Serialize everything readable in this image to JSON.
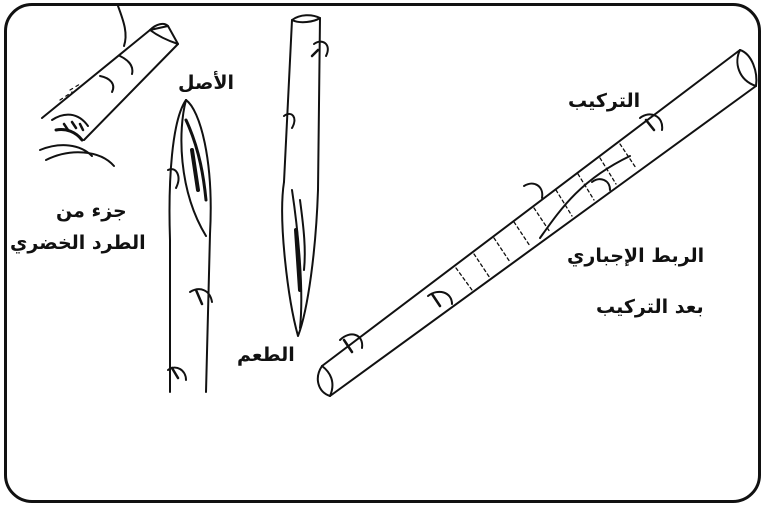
{
  "labels": {
    "rootstock": "الأصل",
    "shoot_part_line1": "جزء من",
    "shoot_part_line2": "الطرد الخضري",
    "scion": "الطعم",
    "grafting": "التركيب",
    "binding_line1": "الربط الإجباري",
    "binding_line2": "بعد التركيب"
  },
  "colors": {
    "ink": "#111111",
    "background": "#ffffff"
  }
}
